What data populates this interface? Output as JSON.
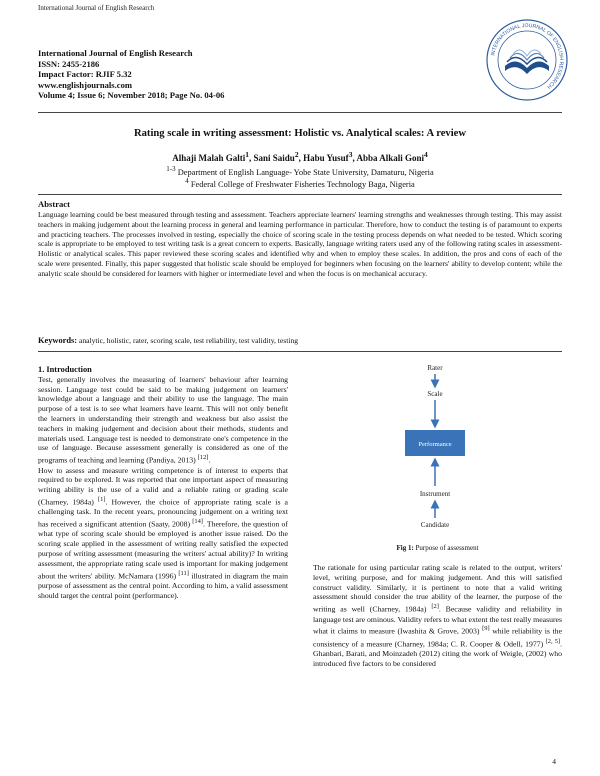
{
  "running_head": "International Journal of English Research",
  "publication": {
    "journal": "International Journal of English Research",
    "issn": "ISSN: 2455-2186",
    "impact": "Impact Factor: RJIF 5.32",
    "website": "www.englishjournals.com",
    "volume": "Volume 4; Issue 6; November 2018; Page No. 04-06"
  },
  "logo": {
    "ring_text": "INTERNATIONAL JOURNAL OF ENGLISH RESEARCH",
    "colors": {
      "ring": "#2f5e9e",
      "book": "#1f4e8c"
    }
  },
  "paper": {
    "title": "Rating scale in writing assessment: Holistic vs. Analytical scales: A review",
    "authors": [
      {
        "name": "Alhaji Malah Galti",
        "sup": "1"
      },
      {
        "name": "Sani Saidu",
        "sup": "2"
      },
      {
        "name": "Habu Yusuf",
        "sup": "3"
      },
      {
        "name": "Abba Alkali Goni",
        "sup": "4"
      }
    ],
    "affiliations": [
      {
        "sup": "1-3",
        "text": " Department of English Language- Yobe State University, Damaturu, Nigeria"
      },
      {
        "sup": "4",
        "text": " Federal College of Freshwater Fisheries Technology Baga, Nigeria"
      }
    ],
    "abstract_heading": "Abstract",
    "abstract": "Language learning could be best measured through testing and assessment. Teachers appreciate learners' learning strengths and weaknesses through testing. This may assist teachers in making judgement about the learning process in general and learning performance in particular. Therefore, how to conduct the testing is of paramount to experts and practicing teachers. The processes involved in testing, especially the choice of scoring scale in the testing process depends on what needed to be tested. Which scoring scale is appropriate to be employed to test writing task is a great concern to experts. Basically, language writing raters used any of the following rating scales in assessment- Holistic or analytical scales. This paper reviewed these scoring scales and identified why and when to employ these scales. In addition, the pros and cons of each of the scale were presented. Finally, this paper suggested that holistic scale should be employed for beginners when focusing on the learners' ability to develop content; while the analytic scale should be considered for learners with higher or intermediate level and when the focus is on mechanical accuracy.",
    "keywords_label": "Keywords:",
    "keywords": " analytic, holistic, rater, scoring scale, test reliability, test validity, testing"
  },
  "body": {
    "section_heading": "1. Introduction",
    "col1_p1": [
      "Test, generally involves the measuring of learners' behaviour after learning session. Language test could be said to be making judgement on learners' knowledge about a language and their ability to use the language. The main purpose of a test is to see what learners have learnt. This will not only benefit the learners in understanding their strength and weakness but also assist the teachers in making judgement and decision about their methods, students and materials used. Language test is needed to demonstrate one's competence in the use of language. Because assessment generally is considered as one of the programs of teaching and learning (Pandiya, 2013) ",
      "[12]",
      "."
    ],
    "col1_p2": [
      "How to assess and measure writing competence is of interest to experts that required to be explored. It was reported that one important aspect of measuring writing ability is the use of a valid and a reliable rating or grading scale (Charney, 1984a) ",
      "[1]",
      ". However, the choice of appropriate rating scale is a challenging task. In the recent years, pronouncing judgement on a writing text has received a significant attention (Saaty, 2008) ",
      "[14]",
      ". Therefore, the question of what type of scoring scale should be employed is another issue raised. Do the scoring scale applied in the assessment of writing really satisfied the expected purpose of writing assessment (measuring the writers' actual ability)? In writing assessment, the appropriate rating scale used is important for making judgement about the writers' ability. McNamara (1996) ",
      "[11]",
      " illustrated in diagram the main purpose of assessment as the central point. According to him, a valid assessment should target the central point (performance)."
    ],
    "col2_p1": [
      "The rationale for using particular rating scale is related to the output, writers' level, writing purpose, and for making judgement. And this will satisfied construct validity. Similarly, it is pertinent to note that a valid writing assessment should consider the true ability of the learner, the purpose of the writing as well (Charney, 1984a) ",
      "[2]",
      ". Because validity and reliability in language test are ominous. Validity refers to what extent the test really measures what it claims to measure (Iwashita & Grove, 2003) ",
      "[9]",
      " while reliability is the consistency of a measure (Charney, 1984a; C. R. Cooper & Odell, 1977) ",
      "[2, 5]",
      ". Ghanbari, Barati, and Moinzadeh (2012) citing the work of Weigle, (2002) who introduced five factors to be considered"
    ]
  },
  "figure": {
    "nodes": {
      "rater": "Rater",
      "scale": "Scale",
      "performance": "Performance",
      "instrument": "Instrument",
      "candidate": "Candidate"
    },
    "caption_label": "Fig 1:",
    "caption_text": " Purpose of assessment",
    "colors": {
      "box": "#3b73b9",
      "arrow": "#3b73b9"
    }
  },
  "page_number": "4"
}
